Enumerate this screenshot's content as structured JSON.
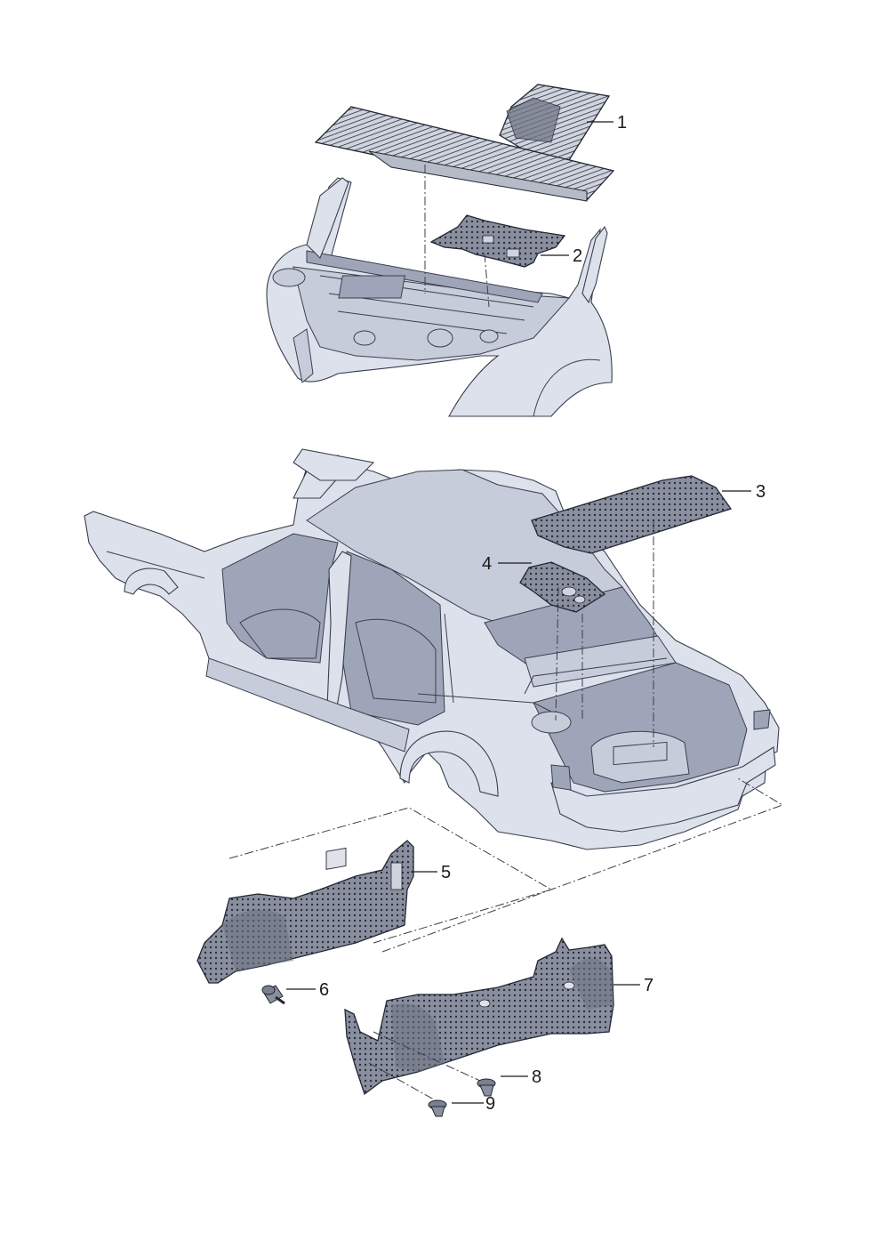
{
  "figure": {
    "callouts": [
      {
        "id": "1",
        "label": "1"
      },
      {
        "id": "2",
        "label": "2"
      },
      {
        "id": "3",
        "label": "3"
      },
      {
        "id": "4",
        "label": "4"
      },
      {
        "id": "5",
        "label": "5"
      },
      {
        "id": "6",
        "label": "6"
      },
      {
        "id": "7",
        "label": "7"
      },
      {
        "id": "8",
        "label": "8"
      },
      {
        "id": "9",
        "label": "9"
      }
    ],
    "colors": {
      "body": "#dde1ec",
      "insulation": "#7f8595",
      "outline": "#3a3f4d"
    }
  }
}
